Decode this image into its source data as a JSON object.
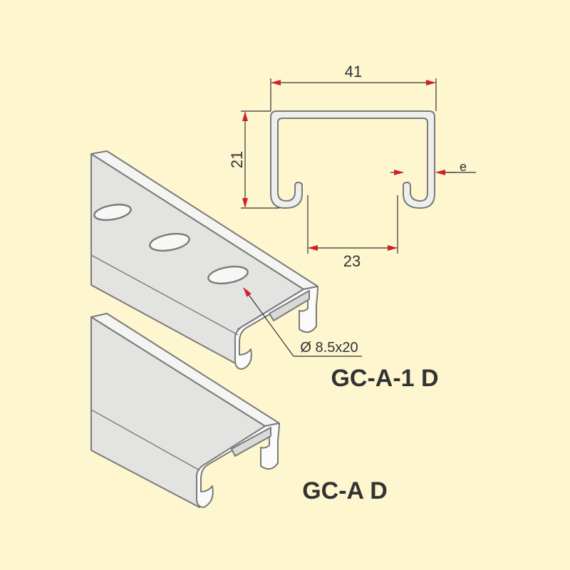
{
  "dimensions": {
    "width": "41",
    "height": "21",
    "opening": "23",
    "thickness": "e",
    "slot": "Ø 8.5x20"
  },
  "products": {
    "perforated": "GC-A-1 D",
    "plain": "GC-A D"
  },
  "colors": {
    "background": "#fdf6cf",
    "steel_fill": "#eeeeec",
    "steel_stroke": "#7a7a7a",
    "arrow": "#d0202a",
    "text": "#333333"
  }
}
